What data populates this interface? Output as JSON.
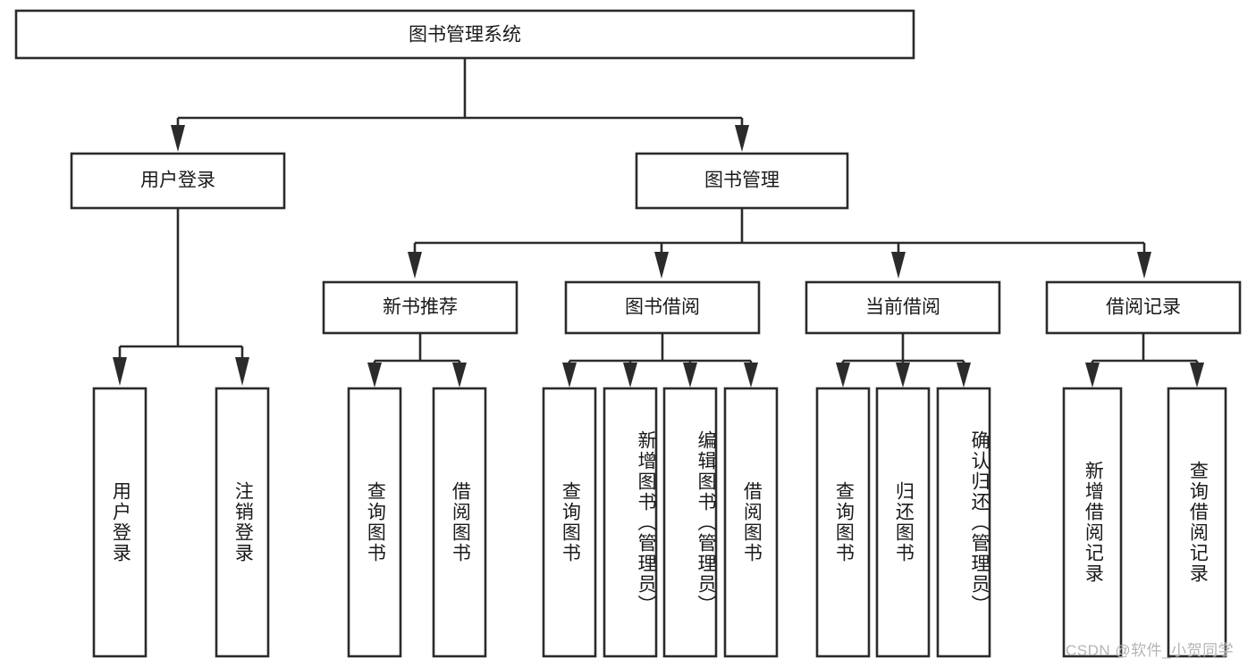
{
  "diagram": {
    "title": "图书管理系统",
    "type": "tree-hierarchy-chart",
    "colors": {
      "box_stroke": "#2b2b2b",
      "box_fill": "#ffffff",
      "text": "#1a1a1a",
      "background": "#ffffff",
      "watermark": "#b4b4b4"
    },
    "root": {
      "label": "图书管理系统"
    },
    "level2": [
      {
        "label": "用户登录"
      },
      {
        "label": "图书管理"
      }
    ],
    "level3": [
      {
        "label": "新书推荐"
      },
      {
        "label": "图书借阅"
      },
      {
        "label": "当前借阅"
      },
      {
        "label": "借阅记录"
      }
    ],
    "leaves": {
      "user_login": [
        {
          "label": "用户登录"
        },
        {
          "label": "注销登录"
        }
      ],
      "new_book_recommend": [
        {
          "label": "查询图书"
        },
        {
          "label": "借阅图书"
        }
      ],
      "book_borrow": [
        {
          "label": "查询图书"
        },
        {
          "label": "新增图书（管理员）"
        },
        {
          "label": "编辑图书（管理员）"
        },
        {
          "label": "借阅图书"
        }
      ],
      "current_borrow": [
        {
          "label": "查询图书"
        },
        {
          "label": "归还图书"
        },
        {
          "label": "确认归还（管理员）"
        }
      ],
      "borrow_record": [
        {
          "label": "新增借阅记录"
        },
        {
          "label": "查询借阅记录"
        }
      ]
    },
    "watermark": "CSDN @软件_小贺同学"
  }
}
